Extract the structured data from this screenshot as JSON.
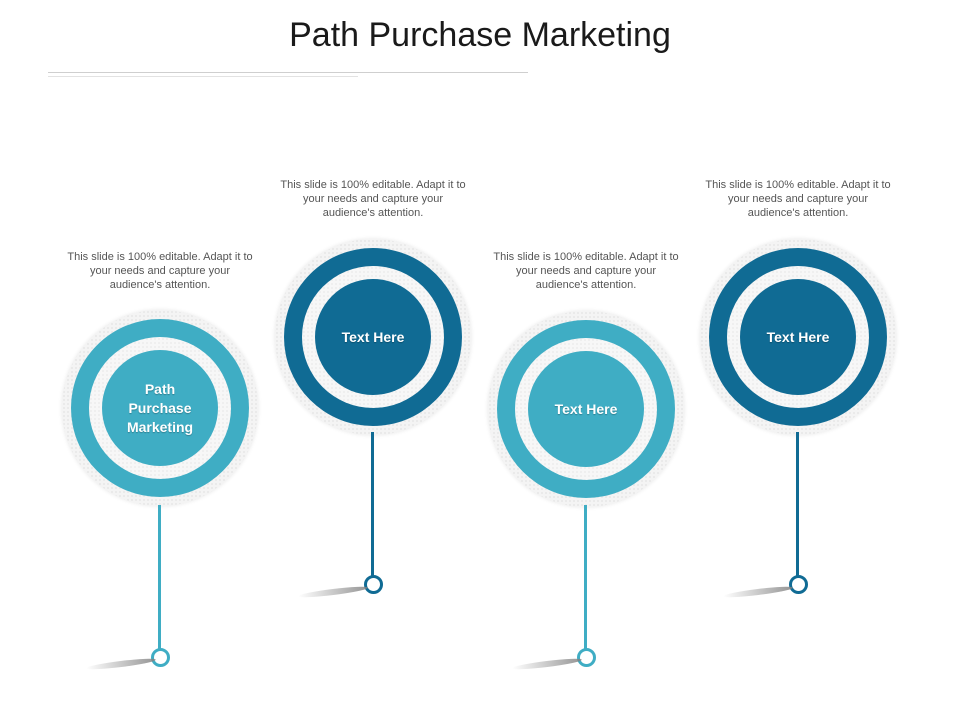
{
  "title": "Path Purchase Marketing",
  "colors": {
    "light": "#3fadc4",
    "dark": "#106b94"
  },
  "nodes": [
    {
      "label": "Path Purchase Marketing",
      "description": "This slide is 100% editable. Adapt it to your needs and capture your audience's attention."
    },
    {
      "label": "Text Here",
      "description": "This slide is 100% editable. Adapt it to your needs and capture your audience's attention."
    },
    {
      "label": "Text Here",
      "description": "This slide is 100% editable. Adapt it to your needs and capture your audience's attention."
    },
    {
      "label": "Text Here",
      "description": "This slide is 100% editable. Adapt it to your needs and capture your audience's attention."
    }
  ]
}
